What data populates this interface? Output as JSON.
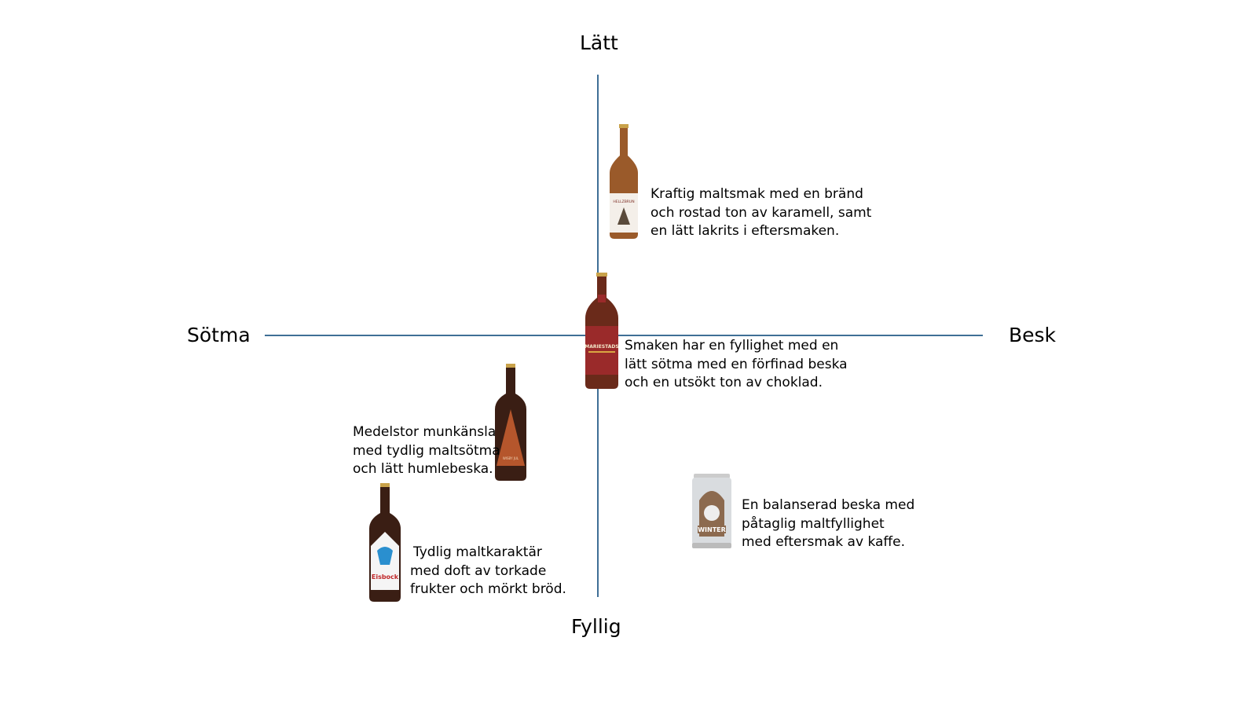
{
  "axes": {
    "top": "Lätt",
    "bottom": "Fyllig",
    "left": "Sötma",
    "right": "Besk",
    "color": "#3f6f96"
  },
  "beers": [
    {
      "logo": "HELLZBRUN",
      "lines": [
        "Kraftig maltsmak med en bränd",
        "och rostad ton av karamell, samt",
        "en lätt lakrits i eftersmaken."
      ]
    },
    {
      "logo": "MARIESTADS",
      "lines": [
        "Smaken har en fyllighet med en",
        "lätt sötma med en förfinad beska",
        "och en utsökt ton av choklad."
      ]
    },
    {
      "logo": "WISBY JUL",
      "lines": [
        "Medelstor munkänsla",
        "med tydlig maltsötma",
        "och lätt humlebeska."
      ]
    },
    {
      "logo": "Eisbock",
      "lines": [
        "Tydlig maltkaraktär",
        "med doft av torkade",
        "frukter och mörkt bröd."
      ]
    },
    {
      "logo": "WINTER",
      "lines": [
        "En balanserad beska med",
        "påtaglig maltfyllighet",
        "med eftersmak av kaffe."
      ]
    }
  ]
}
